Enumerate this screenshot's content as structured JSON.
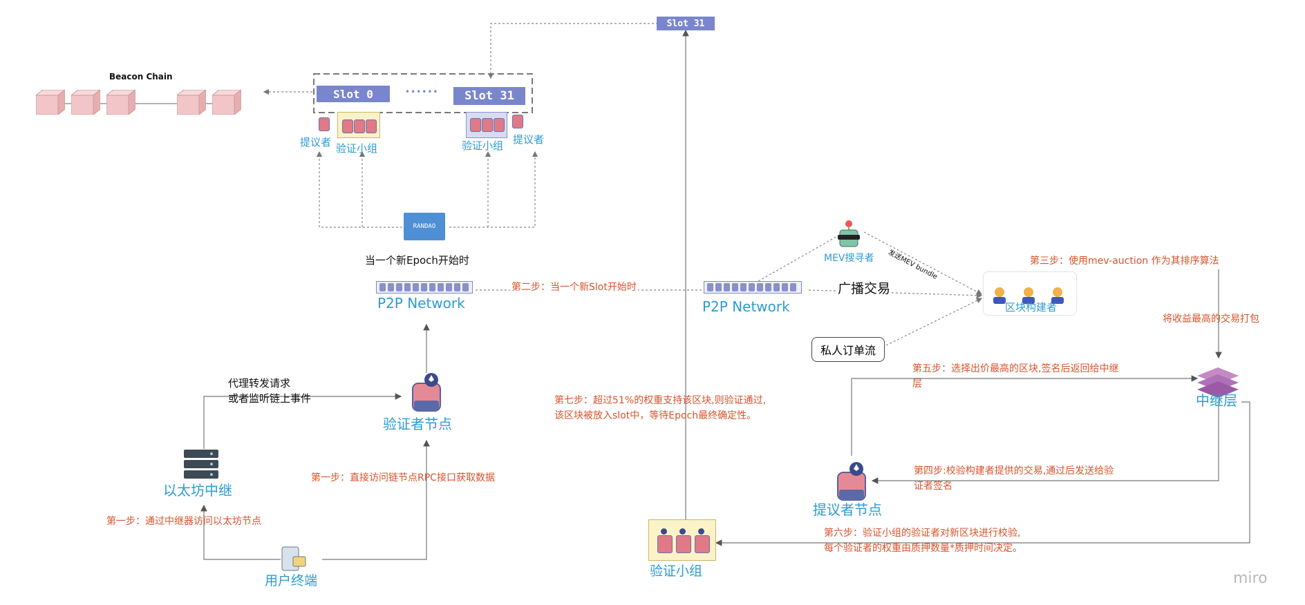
{
  "beacon": {
    "title": "Beacon Chain"
  },
  "slots": {
    "slot0": "Slot 0",
    "dots": "••••••",
    "slot31": "Slot 31",
    "slot31_top": "Slot 31"
  },
  "roles": {
    "proposer": "提议者",
    "committee": "验证小组",
    "randao": "RANDAO",
    "new_epoch": "当一个新Epoch开始时",
    "p2p": "P2P Network"
  },
  "left": {
    "proxy": "代理转发请求",
    "listen": "或者监听链上事件",
    "validator_node": "验证者节点",
    "eth_relay": "以太坊中继",
    "user_terminal": "用户终端",
    "step1_direct": "第一步：直接访问链节点RPC接口获取数据",
    "step1_relay": "第一步：通过中继器访问以太坊节点"
  },
  "center": {
    "step2": "第二步：当一个新Slot开始时",
    "step7_line1": "第七步：超过51%的权重支持该区块,则验证通过,",
    "step7_line2": "该区块被放入slot中，等待Epoch最终确定性。",
    "bottom_committee": "验证小组"
  },
  "right": {
    "mev_searcher": "MEV搜寻者",
    "send_bundle": "发送MEV bundle",
    "broadcast": "广播交易",
    "private_flow": "私人订单流",
    "builder": "区块构建者",
    "step3": "第三步：使用mev-auction 作为其排序算法",
    "pack": "将收益最高的交易打包",
    "relay_layer": "中继层",
    "step5_line1": "第五步：选择出价最高的区块,签名后返回给中继",
    "step5_line2": "层",
    "step4_line1": "第四步:校验构建者提供的交易,通过后发送给验",
    "step4_line2": "证者签名",
    "proposer_node": "提议者节点",
    "step6_line1": "第六步：验证小组的验证者对新区块进行校验,",
    "step6_line2": "每个验证者的权重由质押数量*质押时间决定。"
  },
  "watermark": "miro",
  "colors": {
    "blue_text": "#2d9bd3",
    "red_text": "#d9532c",
    "slot_fill": "#7a86cc",
    "cube_fill": "#f2c6c8"
  }
}
